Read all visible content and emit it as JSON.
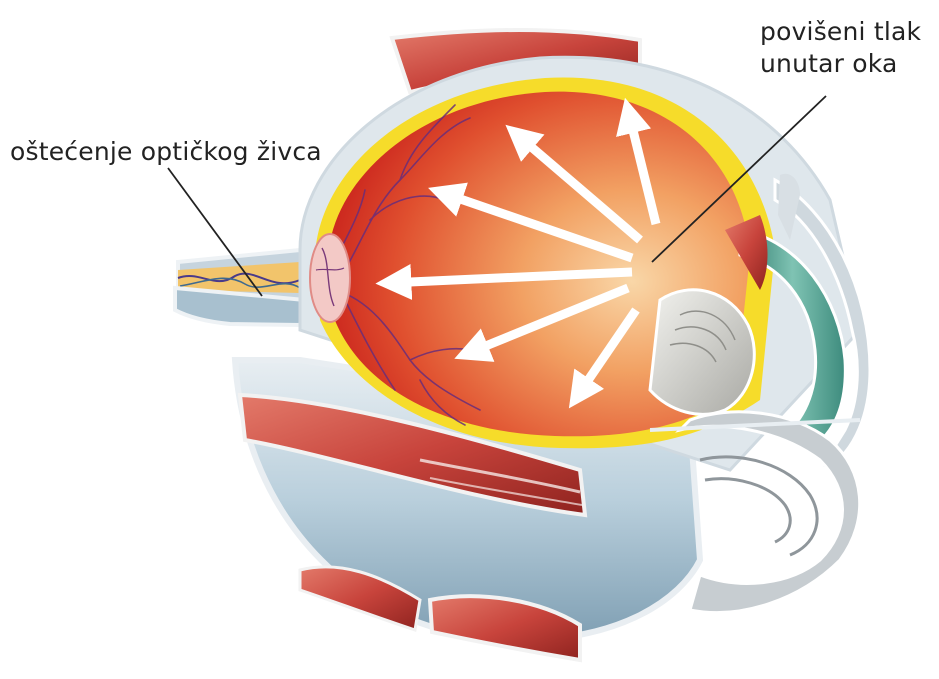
{
  "labels": {
    "optic_nerve_damage": "oštećenje optičkog živca",
    "raised_pressure_line1": "povišeni tlak",
    "raised_pressure_line2": "unutar oka"
  },
  "colors": {
    "background": "#ffffff",
    "label_text": "#222222",
    "sclera": "#b9cfdc",
    "retina_outer": "#f6dc2a",
    "vitreous_red": "#d9332a",
    "vitreous_orange": "#f2a163",
    "muscle": "#c8443c",
    "iris_teal": "#4f9c8e",
    "lens": "#d7d7d2",
    "arrows": "#ffffff"
  },
  "icons": {
    "pressure_arrows": "white-arrow",
    "optic_disc": "optic-disc-icon"
  }
}
